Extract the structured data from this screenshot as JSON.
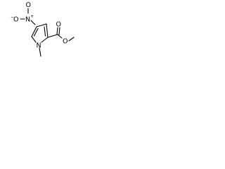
{
  "structure": {
    "atoms": {
      "nitro_oxygen_top": "O",
      "nitro_oxygen_left": "O",
      "nitro_nitrogen": "N",
      "nitro_n_charge": "+",
      "nitro_o_charge": "−",
      "ring_nitrogen": "N",
      "ester_oxygen": "O",
      "carbonyl_oxygen": "O"
    },
    "colors": {
      "ink": "#000000",
      "background": "#ffffff"
    }
  }
}
